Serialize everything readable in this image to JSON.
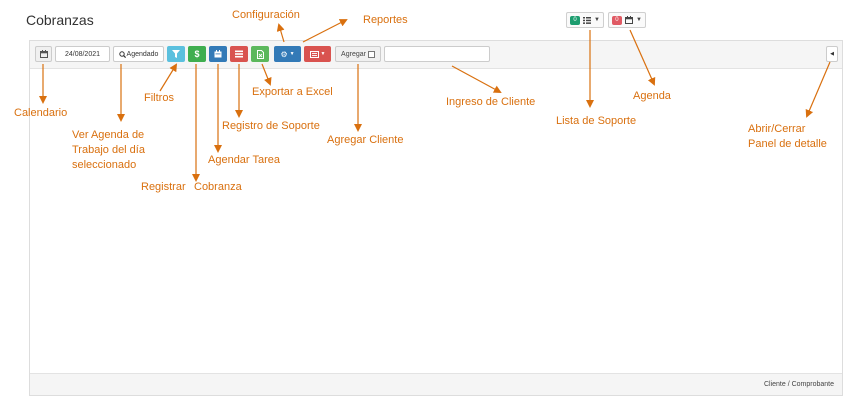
{
  "page": {
    "title": "Cobranzas"
  },
  "top_widgets": [
    {
      "badge": "0",
      "badge_color": "#1d9d6f",
      "icon": "list-icon"
    },
    {
      "badge": "0",
      "badge_color": "#e05a64",
      "icon": "calendar-icon"
    }
  ],
  "toolbar": {
    "date_value": "24/08/2021",
    "agendado_label": "Agendado",
    "agregar_label": "Agregar",
    "dollar_symbol": "$"
  },
  "footer": {
    "label": "Cliente / Comprobante"
  },
  "annotations": {
    "calendario": "Calendario",
    "ver_agenda": [
      "Ver Agenda de",
      "Trabajo del día",
      "seleccionado"
    ],
    "filtros": "Filtros",
    "registrar": "Registrar",
    "cobranza": "Cobranza",
    "agendar_tarea": "Agendar Tarea",
    "registro_soporte": "Registro de Soporte",
    "exportar_excel": "Exportar a Excel",
    "configuracion": "Configuración",
    "reportes": "Reportes",
    "agregar_cliente": "Agregar Cliente",
    "ingreso_cliente": "Ingreso de Cliente",
    "lista_soporte": "Lista de Soporte",
    "agenda": "Agenda",
    "abrir_cerrar": [
      "Abrir/Cerrar",
      "Panel de detalle"
    ]
  },
  "colors": {
    "annotation": "#d9700f"
  }
}
